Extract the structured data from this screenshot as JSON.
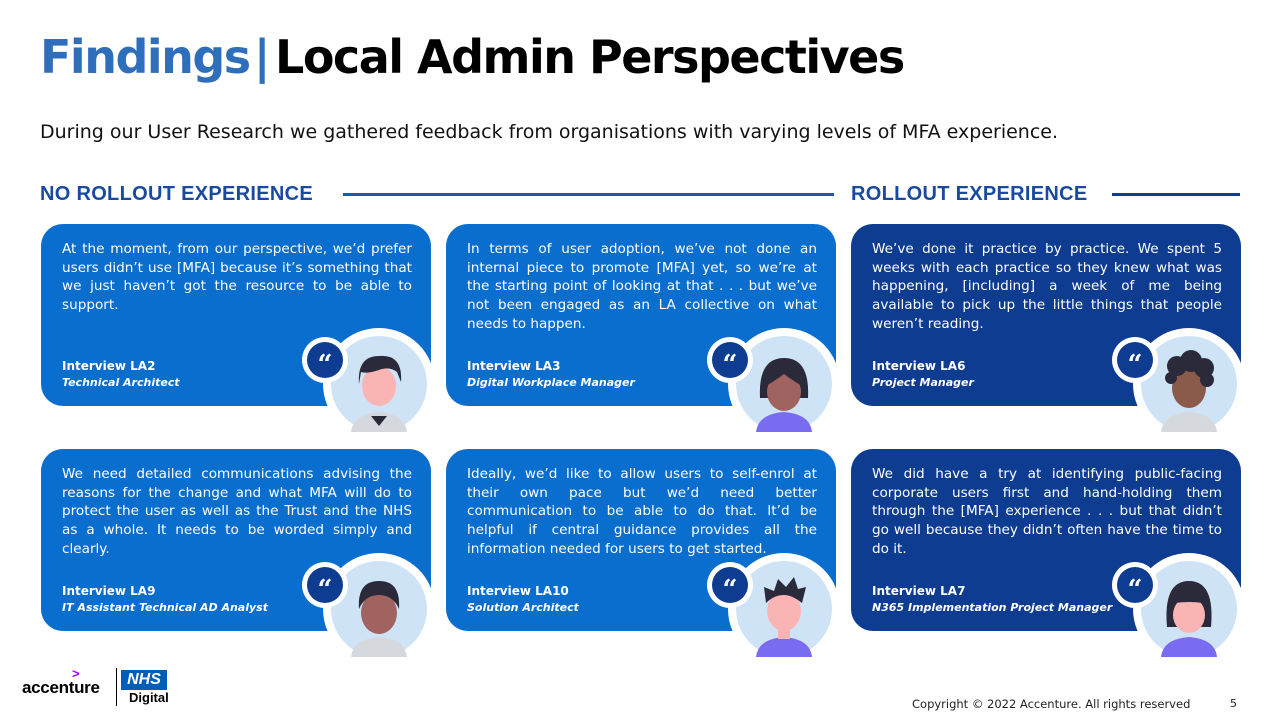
{
  "header": {
    "title_part1": "Findings",
    "title_separator": "|",
    "title_part2": "Local Admin Perspectives",
    "subtitle": "During our User Research we gathered feedback from organisations with varying levels of MFA experience."
  },
  "sections": {
    "no_rollout": "NO ROLLOUT EXPERIENCE",
    "rollout": "ROLLOUT EXPERIENCE"
  },
  "quote_glyph": "“",
  "cards": [
    {
      "quote": "At the moment, from our perspective, we’d prefer users didn’t use [MFA] because it’s something that we just haven’t got the resource to be able to support.",
      "name": "Interview LA2",
      "role": "Technical Architect",
      "style": "blue",
      "avatar": "avatar-short-hair-man-icon"
    },
    {
      "quote": "In terms of user adoption, we’ve not done an internal piece to promote [MFA] yet, so we’re at the starting point of looking at that . . . but we’ve not been engaged as an LA collective on what needs to happen.",
      "name": "Interview LA3",
      "role": "Digital Workplace Manager",
      "style": "blue",
      "avatar": "avatar-bob-hair-woman-icon"
    },
    {
      "quote": "We’ve done it practice by practice. We spent 5 weeks with each practice so they knew what was happening, [including] a week of me being available to pick up the little things that people weren’t reading.",
      "name": "Interview LA6",
      "role": "Project Manager",
      "style": "navy",
      "avatar": "avatar-curly-hair-person-icon"
    },
    {
      "quote": "We need detailed communications advising the reasons for the change and what MFA will do to protect the user as well as the Trust and the NHS as a whole. It needs to be worded simply and clearly.",
      "name": "Interview LA9",
      "role": "IT Assistant Technical AD Analyst",
      "style": "blue",
      "avatar": "avatar-short-hair-person-icon"
    },
    {
      "quote": "Ideally, we’d like to allow users to self-enrol at their own pace but we’d need better communication to be able to do that. It’d be helpful if central guidance provides all the information needed for users to get started.",
      "name": "Interview LA10",
      "role": "Solution Architect",
      "style": "blue",
      "avatar": "avatar-spiky-hair-man-icon"
    },
    {
      "quote": "We did have a try at identifying public-facing corporate users first and hand-holding them through the [MFA] experience . . . but that didn’t go well because they didn’t often have the time to do it.",
      "name": "Interview LA7",
      "role": "N365 Implementation Project Manager",
      "style": "navy",
      "avatar": "avatar-fringe-hair-woman-icon"
    }
  ],
  "footer": {
    "accenture_logo": "accenture",
    "accenture_mark": ">",
    "nhs_logo": "NHS",
    "nhs_digital": "Digital",
    "copyright": "Copyright © 2022 Accenture.  All rights reserved",
    "page_number": "5"
  },
  "colors": {
    "title_accent": "#2f6eba",
    "card_blue": "#0a6ecf",
    "card_navy": "#0d3c91",
    "section_heading": "#1a4aa0",
    "avatar_bg": "#cfe3f7",
    "accenture_purple": "#a100ff",
    "nhs_blue": "#005eb8"
  }
}
